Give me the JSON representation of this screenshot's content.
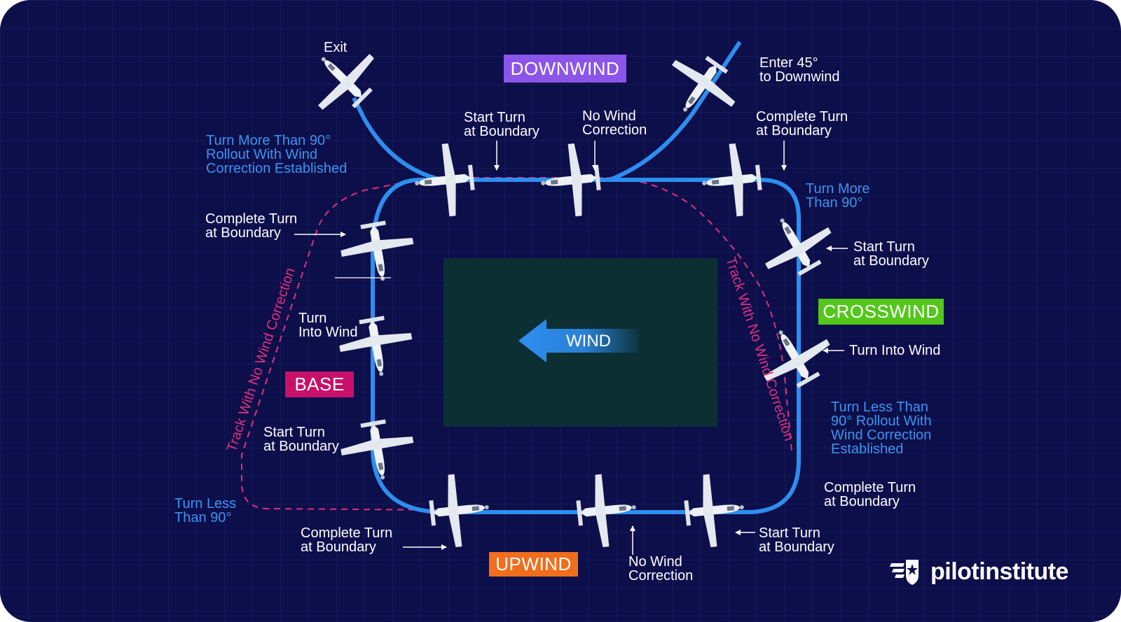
{
  "colors": {
    "background": "#0c0f4a",
    "grid_line": "#1e2566",
    "pattern_track": "#2e8ef0",
    "no_correction_track": "#e0317e",
    "field": "#0c2f33",
    "wind_arrow": "#2e8ef0",
    "downwind_badge": "#8b55ea",
    "crosswind_badge": "#53c71a",
    "base_badge": "#c8106b",
    "upwind_badge": "#f06e1c",
    "blue_text": "#3d94f0"
  },
  "legs": {
    "downwind": "DOWNWIND",
    "crosswind": "CROSSWIND",
    "base": "BASE",
    "upwind": "UPWIND"
  },
  "wind": {
    "label": "WIND"
  },
  "track_labels": {
    "left": "Track With No Wind Correction",
    "right": "Track With No Wind Correction"
  },
  "annotations": {
    "exit": "Exit",
    "enter": "Enter 45°\nto Downwind",
    "downwind_start_turn": "Start Turn\nat Boundary",
    "downwind_no_correction": "No Wind\nCorrection",
    "downwind_complete_turn": "Complete Turn\nat Boundary",
    "turn_more_rollout": "Turn More Than 90°\nRollout With Wind\nCorrection Established",
    "turn_more_right": "Turn More\nThan 90°",
    "base_complete_turn": "Complete Turn\nat Boundary",
    "base_turn_into_wind": "Turn\nInto Wind",
    "base_start_turn": "Start Turn\nat Boundary",
    "turn_less_left": "Turn Less\nThan 90°",
    "crosswind_start_turn": "Start Turn\nat Boundary",
    "crosswind_turn_into_wind": "Turn Into Wind",
    "turn_less_rollout": "Turn Less Than\n90° Rollout With\nWind Correction\nEstablished",
    "crosswind_complete_turn": "Complete Turn\nat Boundary",
    "upwind_complete_turn": "Complete Turn\nat Boundary",
    "upwind_no_correction": "No Wind\nCorrection",
    "upwind_start_turn": "Start Turn\nat Boundary"
  },
  "brand": {
    "name": "pilotinstitute",
    "icon": "winged-star-shield-icon"
  }
}
